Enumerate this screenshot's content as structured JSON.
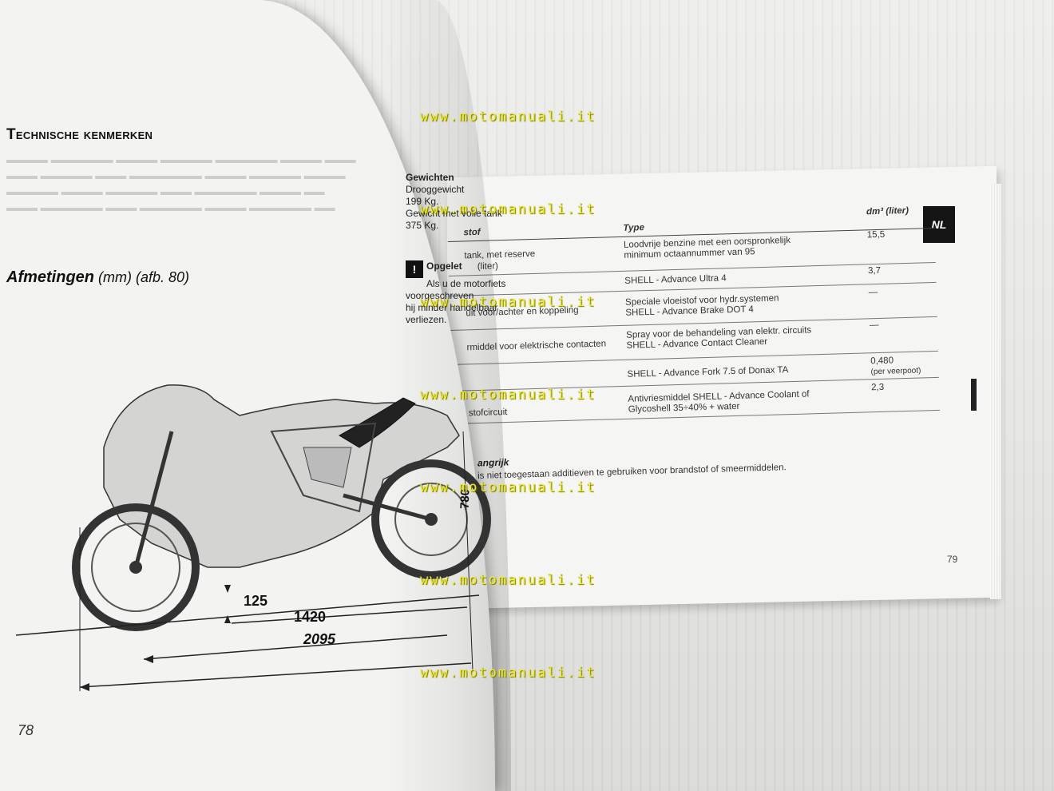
{
  "left_page": {
    "title": "Technische kenmerken",
    "section_heading_bold": "Afmetingen",
    "section_heading_rest": " (mm) (afb. 80)",
    "weights_heading": "Gewichten",
    "weights_line1": "Drooggewicht",
    "weights_line2": "199 Kg.",
    "weights_line3": "Gewicht met volle tank",
    "weights_line4": "375 Kg.",
    "warning_heading": "Opgelet",
    "warning_lines": [
      "Als u de motorfiets",
      "voorgeschreven",
      "hij minder handelbaar",
      "verliezen."
    ],
    "dimensions": {
      "ground_clearance": "125",
      "wheelbase": "1420",
      "length": "2095",
      "seat_height": "780"
    },
    "page_number": "78"
  },
  "right_page": {
    "tab": "NL",
    "table_headers": {
      "col1": "stof",
      "col2": "Type",
      "col3": "dm³ (liter)"
    },
    "rows": [
      {
        "c1": "tank, met reserve",
        "c1b": "(liter)",
        "c2": "Loodvrije benzine met een oorspronkelijk",
        "c2b": "minimum octaannummer van 95",
        "c3": "15,5"
      },
      {
        "c1": "",
        "c1b": "",
        "c2": "SHELL - Advance Ultra 4",
        "c2b": "",
        "c3": "3,7"
      },
      {
        "c1": "uit voor/achter en koppeling",
        "c1b": "",
        "c2": "Speciale vloeistof voor hydr.systemen",
        "c2b": "SHELL - Advance Brake DOT 4",
        "c3": "—"
      },
      {
        "c1": "rmiddel voor elektrische contacten",
        "c1b": "",
        "c2": "Spray voor de behandeling van elektr. circuits",
        "c2b": "SHELL - Advance Contact Cleaner",
        "c3": "—"
      },
      {
        "c1": "",
        "c1b": "",
        "c2": "SHELL - Advance Fork 7.5 of Donax TA",
        "c2b": "",
        "c3": "0,480",
        "c3b": "(per veerpoot)"
      },
      {
        "c1": "stofcircuit",
        "c1b": "",
        "c2": "Antivriesmiddel SHELL - Advance Coolant of",
        "c2b": "Glycoshell 35÷40% + water",
        "c3": "2,3"
      }
    ],
    "note_heading": "angrijk",
    "note_text": "is niet toegestaan additieven te gebruiken voor brandstof of smeermiddelen.",
    "page_number": "79"
  },
  "watermark": "www.motomanuali.it",
  "colors": {
    "watermark": "#f2ef1a",
    "page": "#f3f3f1",
    "background": "#e6e6e2",
    "ink": "#111111"
  }
}
